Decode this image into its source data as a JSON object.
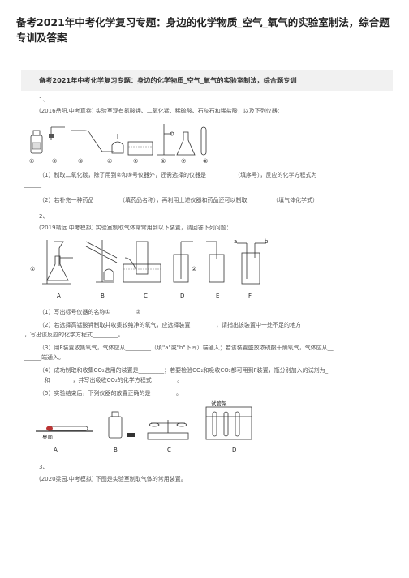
{
  "page_title": "备考2021年中考化学复习专题：身边的化学物质_空气_氧气的实验室制法，综合题专训及答案",
  "banner": "备考2021年中考化学复习专题：身边的化学物质_空气_氧气的实验室制法，综合题专训",
  "q1": {
    "num": "1、",
    "stem": "(2016岳阳.中考真卷) 实验室现有氯酸钾、二氧化锰、稀硫酸、石灰石和稀盐酸，以及下列仪器：",
    "labels": [
      "①",
      "②",
      "③",
      "④",
      "⑤",
      "⑥",
      "⑦",
      "⑧"
    ],
    "p1a": "（1）制取二氧化碳，除了用到②和⑤号仪器外，还需选择的仪器是__________（填序号），反应的化学方程式为___",
    "p1b": "______.",
    "p2": "（2）若补充一种药品_________（填药品名称），再利用上述仪器和药品还可以制取_________（填气体化学式）"
  },
  "q2": {
    "num": "2、",
    "stem": "(2019靖远.中考模拟) 实验室制取气体常常用到以下装置，请回答下列问题：",
    "markers": [
      "①",
      "②",
      "a",
      "b"
    ],
    "letters": [
      "A",
      "B",
      "C",
      "D",
      "E",
      "F"
    ],
    "p1": "（1）写出标号仪器的名称①_________②_________",
    "p2a": "（2）若选择高锰酸钾制取并收集较纯净的氧气，应选择装置_________，请指出该装置中一处不足的地方__________",
    "p2b": "，写出该反应的化学方程式_________。",
    "p3a": "（3）用F装置收集氧气，气体应从_________（填\"a\"或\"b\"下同）端通入；若该装置盛放浓硫酸干燥氧气，气体应从__",
    "p3b": "______端通入。",
    "p4a": "（4）成功制取和收集CO₂选用的装置是_________；若要检验CO₂和吸收CO₂都可用到F装置，瓶分别加入的试剂为_",
    "p4b": "_______和________，并写出吸收CO₂的化学方程式_________。",
    "p5": "（5）实验结束后，下列仪器的放置正确的是_________。",
    "img_labels": [
      "桌面",
      "试管架"
    ],
    "img_letters": [
      "A",
      "B",
      "C",
      "D"
    ]
  },
  "q3": {
    "num": "3、",
    "stem": "(2020梁园.中考模拟) 下图是实验室制取气体的常用装置。"
  }
}
